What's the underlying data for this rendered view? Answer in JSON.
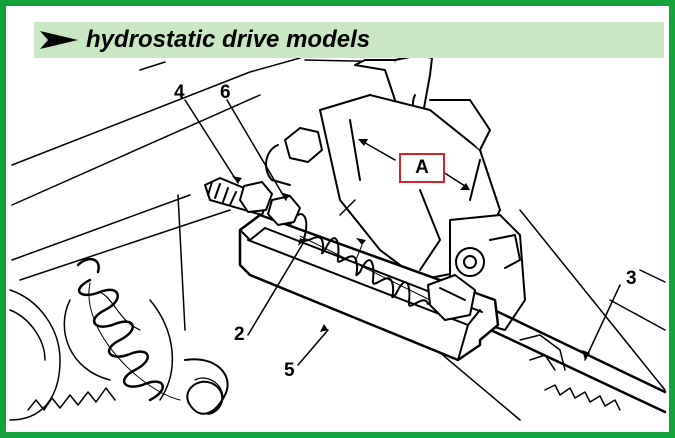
{
  "header": {
    "title": "hydrostatic drive models",
    "icon": "right-arrow-icon",
    "background_color": "#c9e7c3"
  },
  "border_color": "#16a23a",
  "callouts": {
    "label_a": "A",
    "label_2": "2",
    "label_3": "3",
    "label_4": "4",
    "label_5": "5",
    "label_6": "6"
  },
  "callout_box_color": "#d4232b"
}
